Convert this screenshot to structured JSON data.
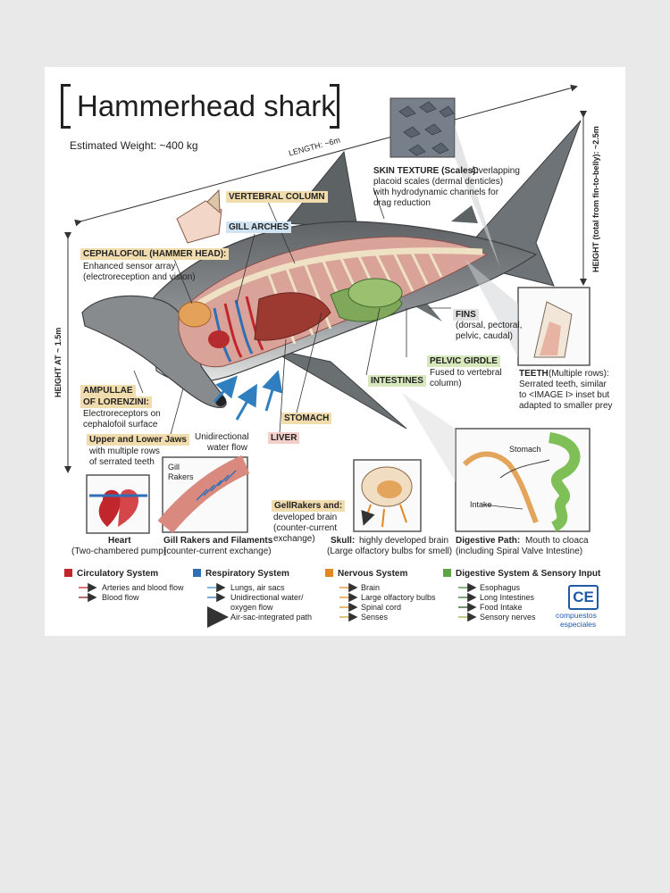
{
  "title": "Hammerhead shark",
  "weight": "Estimated Weight: ~400 kg",
  "dimensions": {
    "length": "LENGTH: ~6m",
    "height": "HEIGHT AT ~ 1.5m",
    "height_fin": "HEIGHT (total from fin-to-belly): ~2.5m"
  },
  "labels": {
    "skin_title": "SKIN TEXTURE (Scales):",
    "skin_text": [
      "Overlapping",
      "placoid scales (dermal denticles)",
      "with hydrodynamic channels for",
      "drag reduction"
    ],
    "vertebral": "VERTEBRAL COLUMN",
    "gill_arches": "GILL ARCHES",
    "cephalofoil_title": "CEPHALOFOIL (HAMMER HEAD):",
    "cephalofoil_text": [
      "Enhanced sensor array",
      "(electroreception and vision)"
    ],
    "ampullae_title": [
      "AMPULLAE",
      "OF LORENZINI:"
    ],
    "ampullae_text": [
      "Electroreceptors on",
      "cephalofoil surface"
    ],
    "jaws_title": "Upper and Lower Jaws",
    "jaws_text": [
      "with multiple rows",
      "of serrated teeth"
    ],
    "water_flow": [
      "Unidirectional",
      "water flow"
    ],
    "liver": "LIVER",
    "stomach": "STOMACH",
    "intestines": "INTESTINES",
    "pelvic_title": "PELVIC GIRDLE",
    "pelvic_text": [
      "Fused to vertebral",
      "column)"
    ],
    "fins_title": "FINS",
    "fins_text": [
      "(dorsal, pectoral,",
      "pelvic, caudal)"
    ],
    "teeth_title": "TEETH",
    "teeth_text": [
      "(Multiple rows):",
      "Serrated teeth, similar",
      "to <IMAGE I> inset but",
      "adapted to smaller prey"
    ]
  },
  "insets": {
    "heart_title": "Heart",
    "heart_sub": "(Two-chambered pump)",
    "gill_rakers_label": [
      "Gill",
      "Rakers"
    ],
    "gill_title": "Gill Rakers and Filaments",
    "gill_sub": "(counter-current exchange)",
    "gellrakers_title": "GellRakers and:",
    "gellrakers_text": [
      "developed brain",
      "(counter-current",
      "exchange)"
    ],
    "skull_title": "Skull:",
    "skull_text": "highly developed brain",
    "skull_sub": "(Large olfactory bulbs for smell)",
    "digestive_title": "Digestive Path:",
    "digestive_text": "Mouth to cloaca",
    "digestive_sub": "(including Spiral Valve Intestine)",
    "stomach_label": "Stomach",
    "intake_label": "Intake"
  },
  "legend": [
    {
      "title": "Circulatory System",
      "color": "#c0262b",
      "items": [
        "Arteries and blood flow",
        "Blood flow"
      ]
    },
    {
      "title": "Respiratory System",
      "color": "#2f6fb6",
      "items": [
        "Lungs, air sacs",
        "Unidirectional water/",
        "oxygen flow",
        "Air-sac-integrated path"
      ]
    },
    {
      "title": "Nervous System",
      "color": "#e3871f",
      "items": [
        "Brain",
        "Large olfactory bulbs",
        "Spinal cord",
        "Senses"
      ]
    },
    {
      "title": "Digestive System & Sensory Input",
      "color": "#5fa544",
      "items": [
        "Esophagus",
        "Long Intestines",
        "Food Intake",
        "Sensory nerves"
      ]
    }
  ],
  "logo": {
    "mark": "CE",
    "line1": "compuestos",
    "line2": "especiales"
  }
}
